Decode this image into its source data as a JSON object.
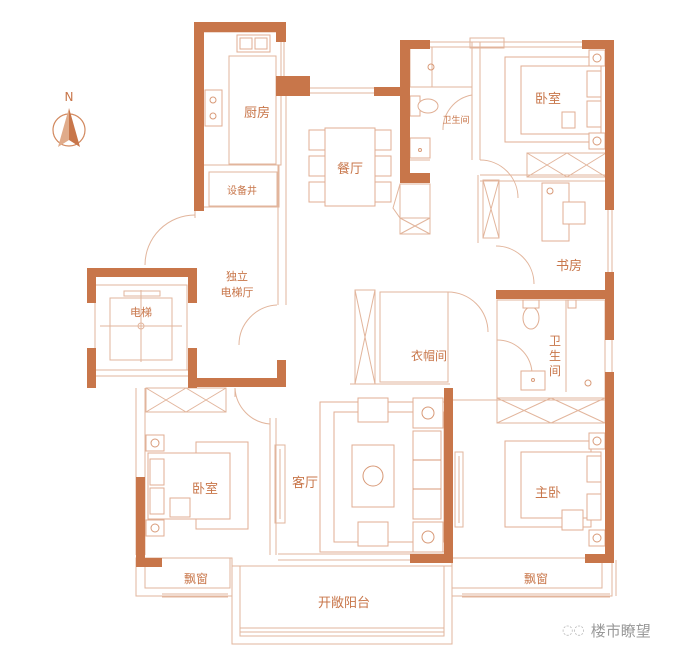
{
  "diagram": {
    "type": "apartment-floor-plan",
    "accent_color": "#c8764a",
    "line_color": "#e2b59c",
    "compass": {
      "label": "N"
    },
    "rooms": [
      {
        "id": "kitchen",
        "label": "厨房"
      },
      {
        "id": "shaft",
        "label": "设备井"
      },
      {
        "id": "dining",
        "label": "餐厅"
      },
      {
        "id": "bath-north",
        "label": "卫生间"
      },
      {
        "id": "bedroom-north",
        "label": "卧室"
      },
      {
        "id": "study",
        "label": "书房"
      },
      {
        "id": "elevator-hall",
        "label_line1": "独立",
        "label_line2": "电梯厅"
      },
      {
        "id": "elevator",
        "label": "电梯"
      },
      {
        "id": "cloakroom",
        "label": "衣帽间"
      },
      {
        "id": "bath-master",
        "label_line1": "卫",
        "label_line2": "生",
        "label_line3": "间"
      },
      {
        "id": "bedroom-west",
        "label": "卧室"
      },
      {
        "id": "living",
        "label": "客厅"
      },
      {
        "id": "master-bedroom",
        "label": "主卧"
      },
      {
        "id": "bay-window-west",
        "label": "飘窗"
      },
      {
        "id": "bay-window-east",
        "label": "飘窗"
      },
      {
        "id": "balcony",
        "label": "开敞阳台"
      }
    ],
    "watermark": {
      "icon": "wechat-icon",
      "text": "楼市瞭望"
    }
  }
}
